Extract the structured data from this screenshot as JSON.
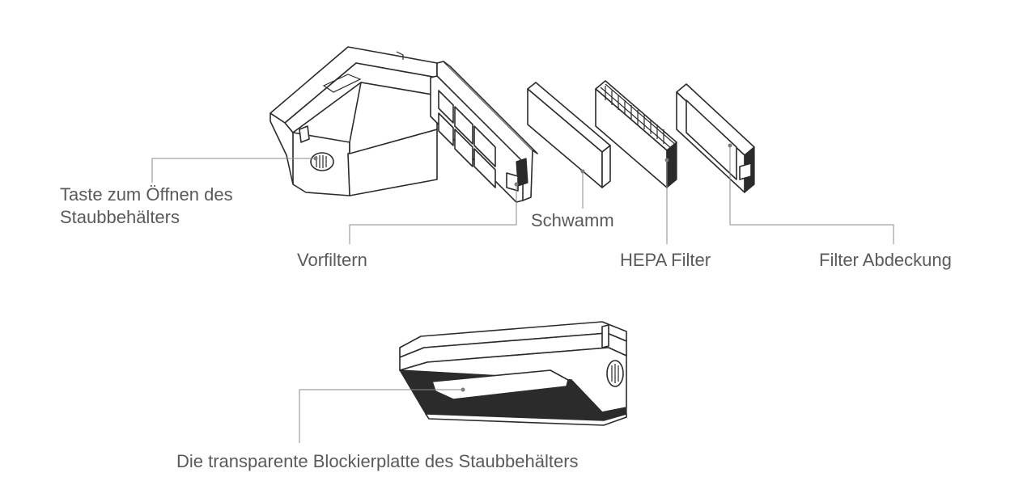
{
  "labels": {
    "button": [
      "Taste zum Öffnen des",
      "Staubbehälters"
    ],
    "prefilter": "Vorfiltern",
    "sponge": "Schwamm",
    "hepa": "HEPA Filter",
    "cover": "Filter Abdeckung",
    "plate": "Die transparente Blockierplatte des Staubbehälters"
  }
}
